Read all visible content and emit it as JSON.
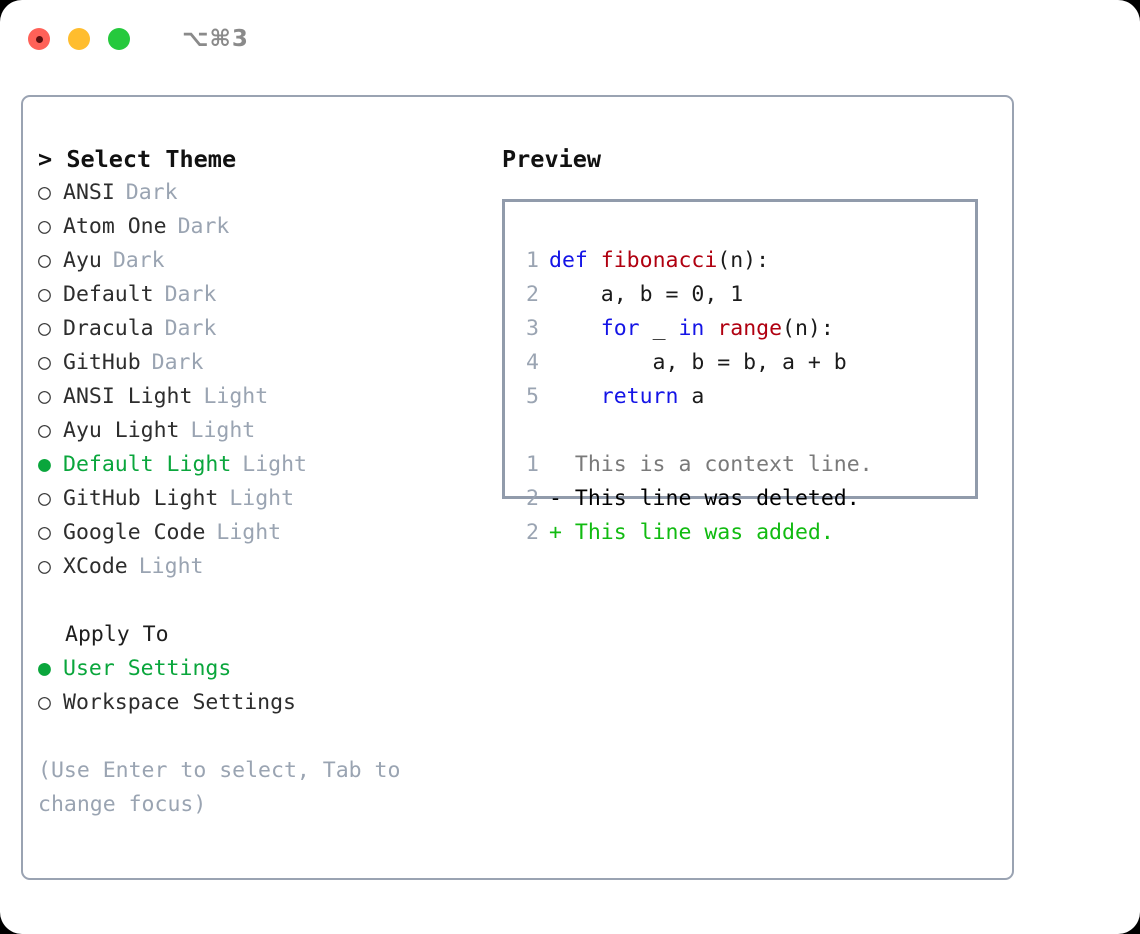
{
  "window": {
    "shortcut": "⌥⌘3",
    "traffic_lights": [
      "close",
      "minimize",
      "zoom"
    ],
    "colors": {
      "close": "#ff6158",
      "minimize": "#ffbd2e",
      "zoom": "#25c93d",
      "accent_green": "#0aa63c",
      "muted_gray": "#9aa4b2",
      "border": "#9aa3b2",
      "keyword_blue": "#1414e6",
      "function_red": "#b00010",
      "diff_delete": "#cc1111",
      "diff_add": "#11bb11"
    }
  },
  "theme_list": {
    "header_caret": ">",
    "header": "Select Theme",
    "marker_unselected": "○",
    "marker_selected": "●",
    "items": [
      {
        "name": "ANSI",
        "tag": "Dark",
        "selected": false
      },
      {
        "name": "Atom One",
        "tag": "Dark",
        "selected": false
      },
      {
        "name": "Ayu",
        "tag": "Dark",
        "selected": false
      },
      {
        "name": "Default",
        "tag": "Dark",
        "selected": false
      },
      {
        "name": "Dracula",
        "tag": "Dark",
        "selected": false
      },
      {
        "name": "GitHub",
        "tag": "Dark",
        "selected": false
      },
      {
        "name": "ANSI Light",
        "tag": "Light",
        "selected": false
      },
      {
        "name": "Ayu Light",
        "tag": "Light",
        "selected": false
      },
      {
        "name": "Default Light",
        "tag": "Light",
        "selected": true
      },
      {
        "name": "GitHub Light",
        "tag": "Light",
        "selected": false
      },
      {
        "name": "Google Code",
        "tag": "Light",
        "selected": false
      },
      {
        "name": "XCode",
        "tag": "Light",
        "selected": false
      }
    ]
  },
  "apply_to": {
    "header": "Apply To",
    "items": [
      {
        "label": "User Settings",
        "selected": true
      },
      {
        "label": "Workspace Settings",
        "selected": false
      }
    ]
  },
  "hint": "(Use Enter to select, Tab to change focus)",
  "preview": {
    "title": "Preview",
    "code_lines": [
      {
        "no": "1",
        "tokens": [
          {
            "t": "def",
            "k": "kw"
          },
          {
            "t": " ",
            "k": "plain"
          },
          {
            "t": "fibonacci",
            "k": "fn"
          },
          {
            "t": "(n):",
            "k": "plain"
          }
        ]
      },
      {
        "no": "2",
        "tokens": [
          {
            "t": "    a, b = 0, 1",
            "k": "plain"
          }
        ]
      },
      {
        "no": "3",
        "tokens": [
          {
            "t": "    ",
            "k": "plain"
          },
          {
            "t": "for",
            "k": "kw"
          },
          {
            "t": " _ ",
            "k": "plain"
          },
          {
            "t": "in",
            "k": "kw"
          },
          {
            "t": " ",
            "k": "plain"
          },
          {
            "t": "range",
            "k": "fn"
          },
          {
            "t": "(n):",
            "k": "plain"
          }
        ]
      },
      {
        "no": "4",
        "tokens": [
          {
            "t": "        a, b = b, a + b",
            "k": "plain"
          }
        ]
      },
      {
        "no": "5",
        "tokens": [
          {
            "t": "    ",
            "k": "plain"
          },
          {
            "t": "return",
            "k": "kw"
          },
          {
            "t": " a",
            "k": "plain"
          }
        ]
      }
    ],
    "diff_lines": [
      {
        "no": "1",
        "text": "  This is a context line.",
        "kind": "context"
      },
      {
        "no": "2",
        "text": "- This line was deleted.",
        "kind": "delete"
      },
      {
        "no": "2",
        "text": "+ This line was added.",
        "kind": "add"
      }
    ]
  }
}
